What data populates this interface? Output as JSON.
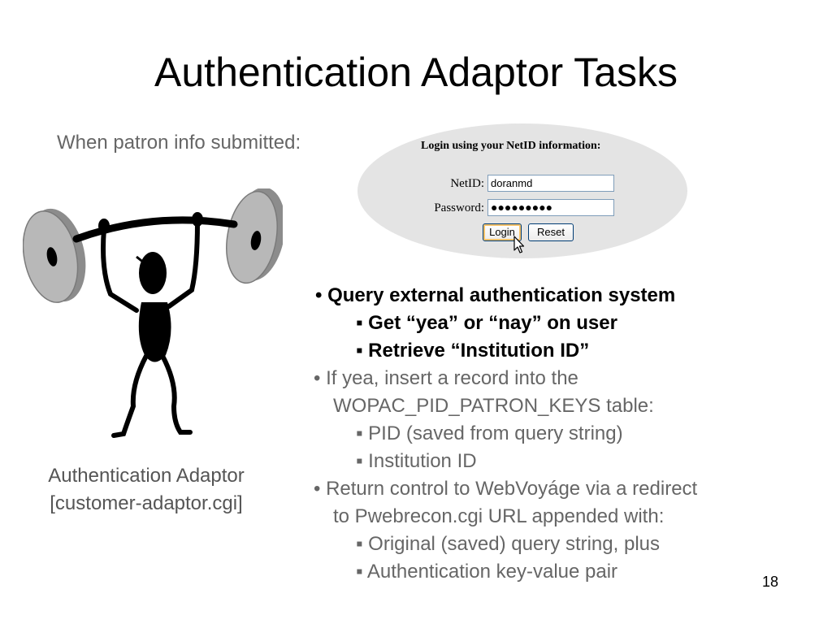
{
  "slide": {
    "title": "Authentication Adaptor Tasks",
    "subtitle": "When patron info submitted:",
    "page_number": "18"
  },
  "login_form": {
    "heading": "Login using your NetID information:",
    "netid_label": "NetID:",
    "netid_value": "doranmd",
    "password_label": "Password:",
    "password_mask": "●●●●●●●●●",
    "login_button": "Login",
    "reset_button": "Reset"
  },
  "figure_caption": {
    "line1": "Authentication Adaptor",
    "line2": "[customer-adaptor.cgi]"
  },
  "bullets": {
    "b1": "• Query external authentication system",
    "b1_1": "▪ Get “yea” or “nay” on user",
    "b1_2": "▪ Retrieve “Institution ID”",
    "b2_line1": "• If yea, insert a record into the",
    "b2_line2": "WOPAC_PID_PATRON_KEYS table:",
    "b2_1": "▪ PID (saved from query string)",
    "b2_2": "▪ Institution ID",
    "b3_line1": "• Return control to WebVoyáge via a redirect",
    "b3_line2": "to Pwebrecon.cgi URL appended with:",
    "b3_1": "▪ Original (saved) query string, plus",
    "b3_2": "▪ Authentication key-value pair"
  }
}
